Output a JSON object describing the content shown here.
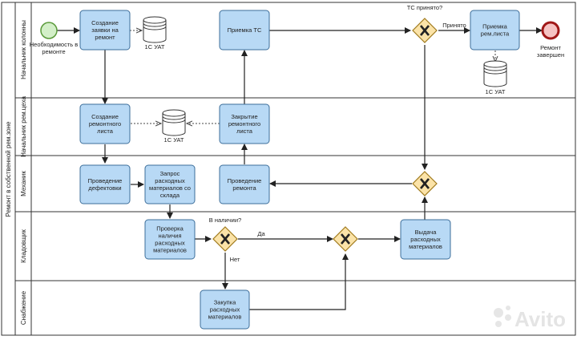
{
  "pool": {
    "title": "Ремонт в собственной рем.зоне"
  },
  "lanes": [
    {
      "label": "Начальник колонны"
    },
    {
      "label": "Начальник рем.цеха"
    },
    {
      "label": "Механик"
    },
    {
      "label": "Кладовщик"
    },
    {
      "label": "Снабжение"
    }
  ],
  "events": {
    "start": "Необходимость в ремонте",
    "end": "Ремонт завершен"
  },
  "tasks": {
    "create_request": [
      "Создание",
      "заявки на",
      "ремонт"
    ],
    "accept_vehicle": [
      "Приемка ТС"
    ],
    "accept_sheet": [
      "Приемка",
      "рем.листа"
    ],
    "create_sheet": [
      "Создание",
      "ремонтного",
      "листа"
    ],
    "close_sheet": [
      "Закрытие",
      "ремонтного",
      "листа"
    ],
    "defect_check": [
      "Проведение",
      "дефектовки"
    ],
    "request_materials": [
      "Запрос",
      "расходных",
      "материалов со",
      "склада"
    ],
    "do_repair": [
      "Проведение",
      "ремонта"
    ],
    "check_availability": [
      "Проверка",
      "наличия",
      "расходных",
      "материалов"
    ],
    "issue_materials": [
      "Выдача",
      "расходных",
      "материалов"
    ],
    "buy_materials": [
      "Закупка",
      "расходных",
      "материалов"
    ]
  },
  "data_stores": {
    "uat_1": "1С УАТ",
    "uat_2": "1С УАТ",
    "uat_3": "1С УАТ"
  },
  "gateways": {
    "vehicle_accepted_question": "ТС принято?",
    "accepted_flow": "Принято",
    "in_stock_question": "В наличии?",
    "yes_flow": "Да",
    "no_flow": "Нет"
  },
  "watermark": "Avito",
  "colors": {
    "task_fill": "#b8d9f5",
    "task_stroke": "#3c6e9a",
    "start_fill": "#d3efc8",
    "start_stroke": "#5a9a3a",
    "end_fill": "#f6c3c3",
    "end_stroke": "#a01818",
    "gateway_fill": "#fbe3a8",
    "gateway_stroke": "#a07a1c"
  }
}
